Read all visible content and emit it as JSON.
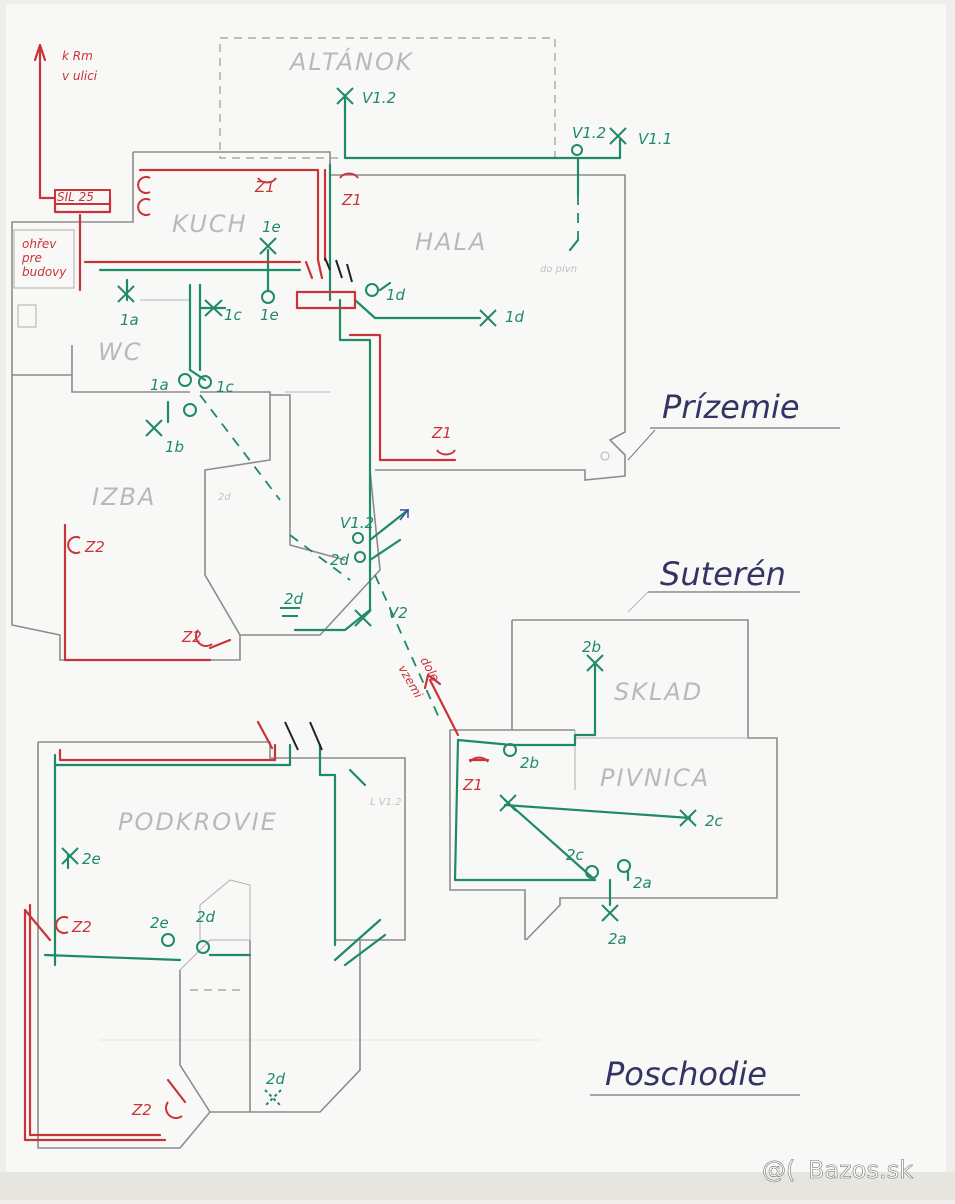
{
  "rooms": {
    "altanok": "ALTÁNOK",
    "kuch": "KUCH",
    "hala": "HALA",
    "wc": "WC",
    "izba": "IZBA",
    "sklad": "SKLAD",
    "pivnica": "PIVNICA",
    "podkrovie": "PODKROVIE"
  },
  "floors": {
    "prizemie": "Prízemie",
    "suteren": "Suterén",
    "poschodie": "Poschodie"
  },
  "notes": {
    "k_rm_line1": "k Rm",
    "k_rm_line2": "v ulici",
    "meter": "SIL 25",
    "boiler_line1": "ohřev",
    "boiler_line2": "pre",
    "boiler_line3": "budovy",
    "pipe_down": "do pivn",
    "tilted_line1": "dole",
    "tilted_line2": "vzemi",
    "v12_note": "L V1.2"
  },
  "labels": {
    "v12_top": "V1.2",
    "v12_hala": "V1.2",
    "v11": "V1.1",
    "v12_mid": "V1.2",
    "v2": "V2",
    "z1_kuch": "Z1",
    "z1_hala": "Z1",
    "z1_stair": "Z1",
    "z1_pivnica": "Z1",
    "z2_izba_a": "Z2",
    "z2_izba_b": "Z2",
    "z2_podk_a": "Z2",
    "z2_podk_b": "Z2",
    "s1e": "1e",
    "s1e_b": "1e",
    "s1c": "1c",
    "s1c_b": "1c",
    "s1a": "1a",
    "s1a_b": "1a",
    "s1b": "1b",
    "s1d": "1d",
    "s1d_b": "1d",
    "s2d_a": "2d",
    "s2d_b": "2d",
    "s2d_c": "2d",
    "s2d_d": "2d",
    "s2d_e": "2d",
    "s2b": "2b",
    "s2b_b": "2b",
    "s2c": "2c",
    "s2c_b": "2c",
    "s2a": "2a",
    "s2a_b": "2a",
    "s2e": "2e",
    "s2e_b": "2e"
  },
  "watermark": "Bazos.sk",
  "colors": {
    "paper": "#efeeea",
    "green_line": "#1f8a66",
    "red_line": "#c8343a",
    "wall": "#8c8c8c",
    "heading_ink": "#343464"
  }
}
